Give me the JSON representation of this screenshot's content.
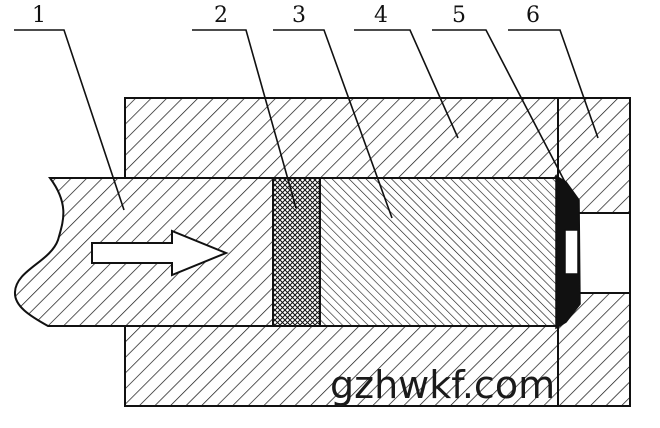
{
  "diagram": {
    "callouts": [
      "1",
      "2",
      "3",
      "4",
      "5",
      "6"
    ]
  },
  "watermark": {
    "text": "gzhwkf.com"
  },
  "colors": {
    "ink": "#111111",
    "background": "#ffffff"
  }
}
